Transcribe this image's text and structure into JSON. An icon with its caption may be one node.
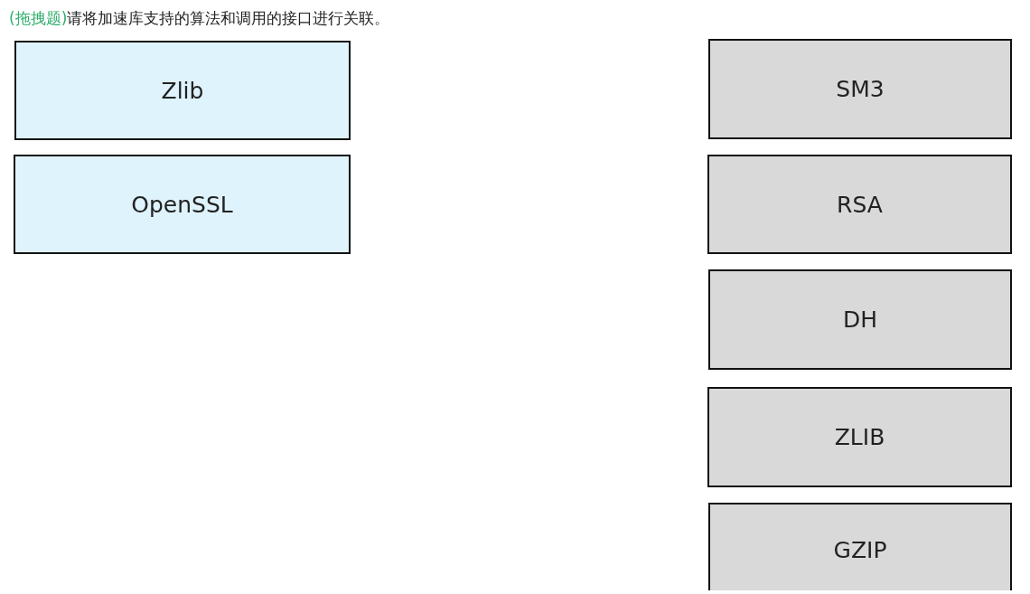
{
  "diagram": {
    "title": "请将加速库支持的算法和调用的接口进行关联。",
    "labels": [
      "(拖拽题)"
    ],
    "nodes": [
      {
        "text": [
          "Zlib"
        ]
      },
      {
        "text": [
          "OpenSSL"
        ]
      },
      {
        "text": [
          "SM3"
        ]
      },
      {
        "text": [
          "RSA"
        ]
      },
      {
        "text": [
          "DH"
        ]
      },
      {
        "text": [
          "ZLIB"
        ]
      },
      {
        "text": [
          "GZIP"
        ]
      }
    ]
  }
}
